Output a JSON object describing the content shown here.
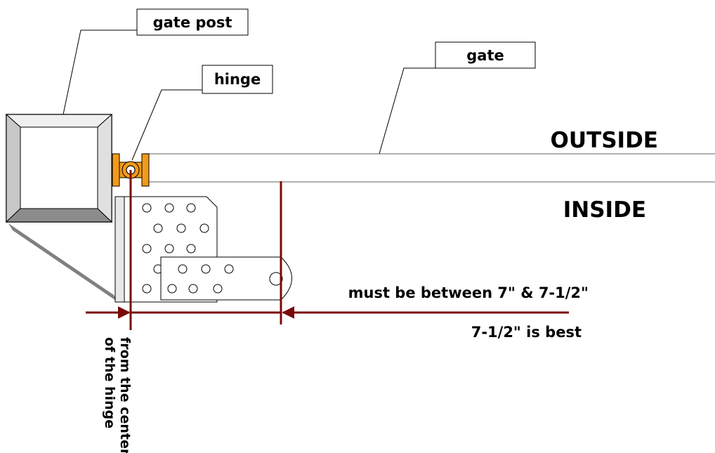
{
  "labels": {
    "gate_post": "gate post",
    "hinge": "hinge",
    "gate": "gate",
    "outside": "OUTSIDE",
    "inside": "INSIDE"
  },
  "measurement": {
    "range": "must be between 7\" & 7-1/2\"",
    "best": "7-1/2\" is best",
    "reference_line1": "from the center",
    "reference_line2": "of the hinge"
  },
  "colors": {
    "dimension": "#7b0a0a",
    "hinge": "#f29a1a",
    "post_shadow": "#808080"
  }
}
